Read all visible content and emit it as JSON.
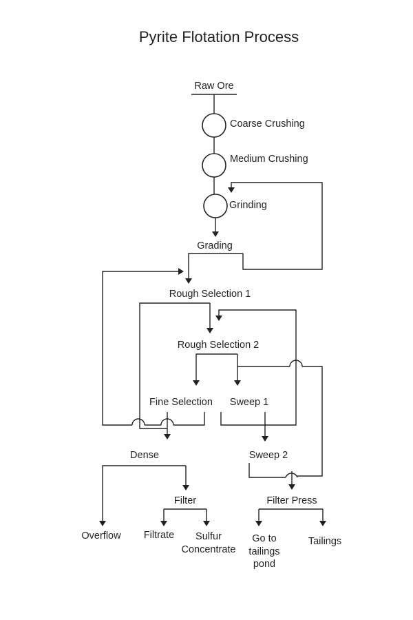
{
  "title": "Pyrite Flotation Process",
  "nodes": {
    "raw_ore": "Raw Ore",
    "coarse_crushing": "Coarse Crushing",
    "medium_crushing": "Medium Crushing",
    "grinding": "Grinding",
    "grading": "Grading",
    "rough_selection_1": "Rough Selection 1",
    "rough_selection_2": "Rough Selection 2",
    "fine_selection": "Fine Selection",
    "sweep_1": "Sweep 1",
    "dense": "Dense",
    "sweep_2": "Sweep 2",
    "filter": "Filter",
    "filter_press": "Filter Press",
    "overflow": "Overflow",
    "filtrate": "Filtrate",
    "sulfur_concentrate_line1": "Sulfur",
    "sulfur_concentrate_line2": "Concentrate",
    "tailings_pond_line1": "Go to",
    "tailings_pond_line2": "tailings",
    "tailings_pond_line3": "pond",
    "tailings": "Tailings"
  },
  "colors": {
    "line": "#222222",
    "text": "#222222",
    "background": "#ffffff"
  }
}
